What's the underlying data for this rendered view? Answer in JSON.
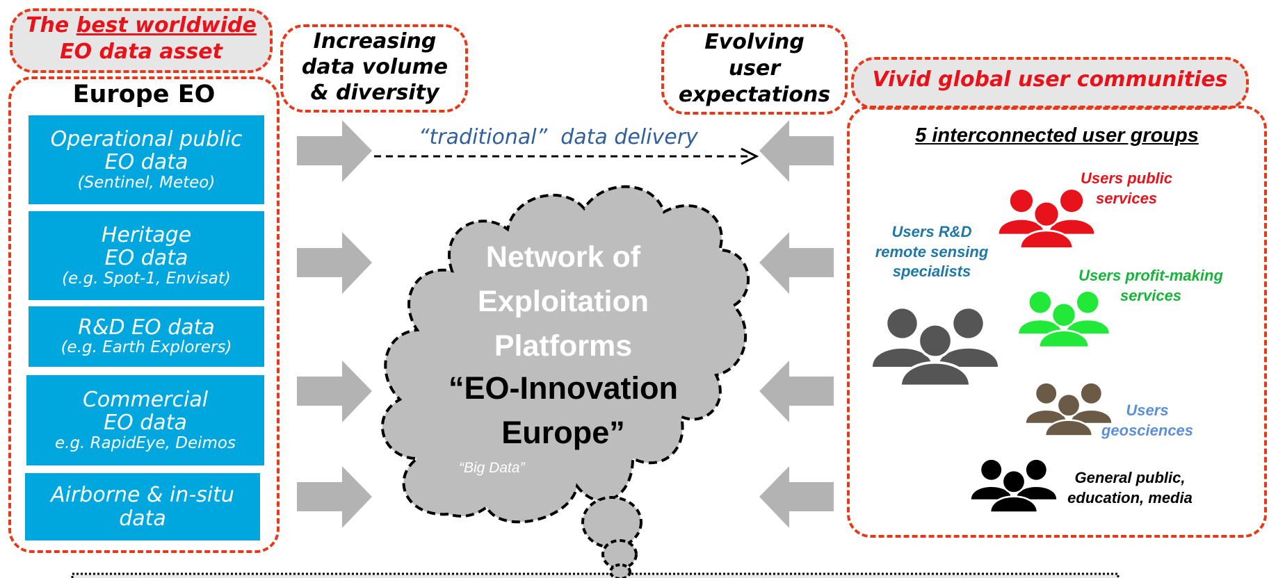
{
  "header_tags": {
    "asset": "The best worldwide EO data asset",
    "asset_line1_pre": "The ",
    "asset_line1_u": "best worldwide",
    "asset_line2": "EO data asset",
    "volume": [
      "Increasing",
      "data volume",
      "& diversity"
    ],
    "expectations": [
      "Evolving",
      "user",
      "expectations"
    ],
    "communities": "Vivid global user communities"
  },
  "europe": {
    "title": "Europe EO",
    "boxes": [
      {
        "lines": [
          "Operational public",
          "EO data"
        ],
        "sub": "(Sentinel, Meteo)"
      },
      {
        "lines": [
          "Heritage",
          "EO data"
        ],
        "sub": "(e.g. Spot-1, Envisat)"
      },
      {
        "lines": [
          "R&D EO data"
        ],
        "sub": "(e.g. Earth Explorers)"
      },
      {
        "lines": [
          "Commercial",
          "EO data"
        ],
        "sub": "e.g. RapidEye, Deimos"
      },
      {
        "lines": [
          "Airborne & in-situ",
          "data"
        ],
        "sub": ""
      }
    ]
  },
  "delivery_label": "“traditional”  data delivery",
  "cloud": {
    "lines": [
      "Network of",
      "Exploitation",
      "Platforms"
    ],
    "highlight": [
      "“EO-Innovation",
      "Europe”"
    ],
    "note": "“Big Data”"
  },
  "users": {
    "title": "5 interconnected user groups",
    "groups": [
      {
        "name": "rd",
        "lines": [
          "Users R&D",
          "remote sensing",
          "specialists"
        ],
        "color": "#1f77a8",
        "icon": "people-group-icon",
        "icon_color": "#555555"
      },
      {
        "name": "public",
        "lines": [
          "Users public",
          "services"
        ],
        "color": "#e8121a",
        "icon": "people-group-icon",
        "icon_color": "#e8121a"
      },
      {
        "name": "profit",
        "lines": [
          "Users profit-making",
          "services"
        ],
        "color": "#19b33a",
        "icon": "people-group-icon",
        "icon_color": "#22e83a"
      },
      {
        "name": "geo",
        "lines": [
          "Users",
          "geosciences"
        ],
        "color": "#5b8fd8",
        "icon": "people-group-icon",
        "icon_color": "#6b5a45"
      },
      {
        "name": "general",
        "lines": [
          "General public,",
          "education, media"
        ],
        "color": "#000000",
        "icon": "people-group-icon",
        "icon_color": "#000000"
      }
    ]
  },
  "colors": {
    "accent_red": "#e8381a",
    "box_blue": "#00a7df",
    "arrow_gray": "#b3b3b3",
    "cloud_gray": "#bdbdbd"
  }
}
